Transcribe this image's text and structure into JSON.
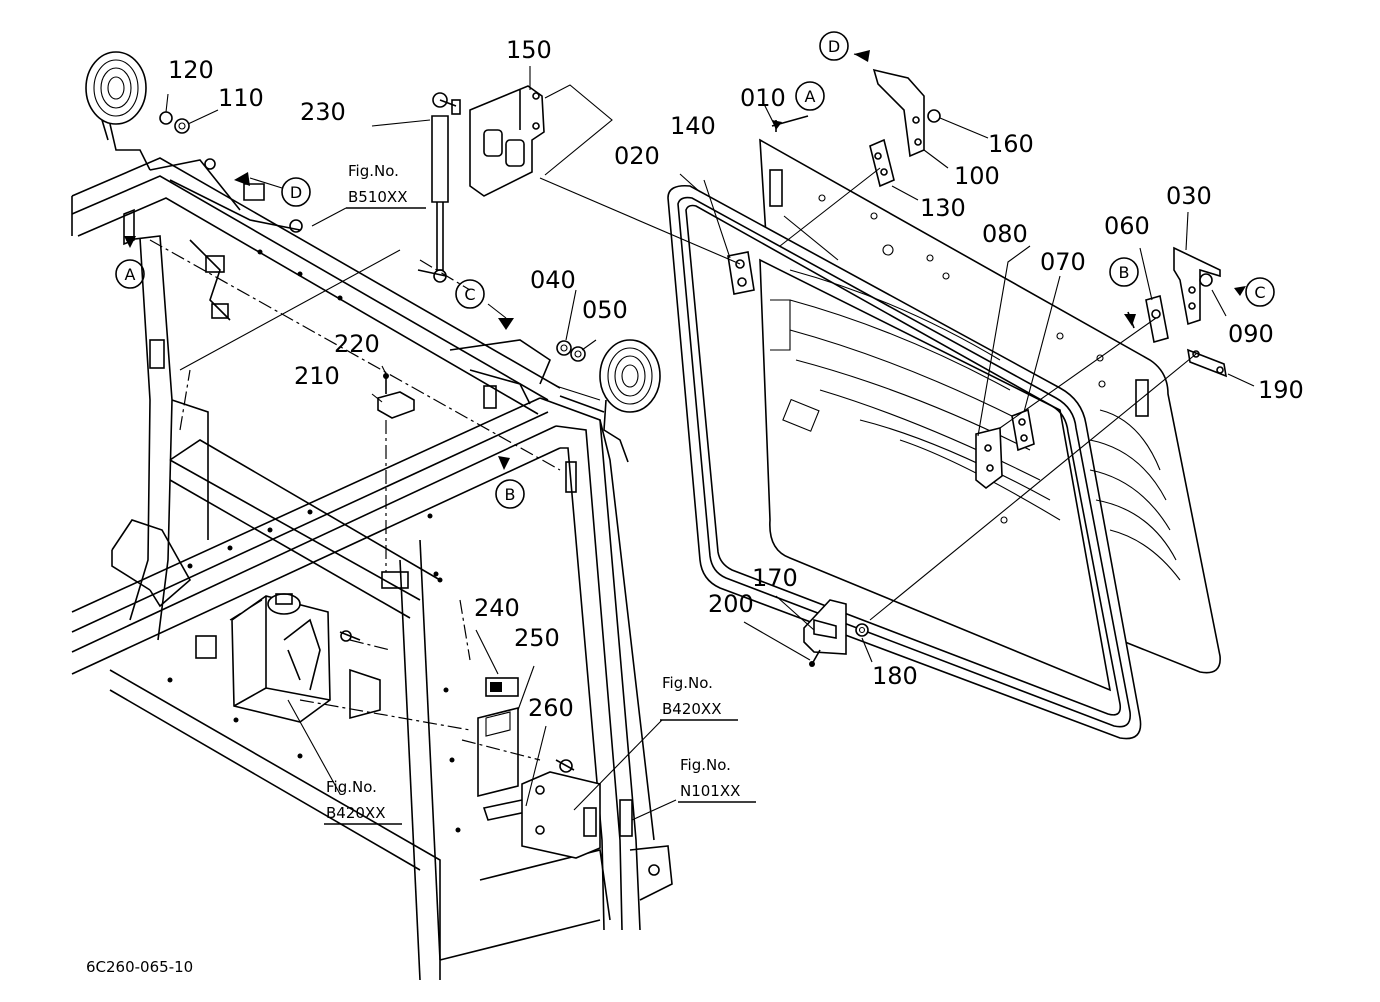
{
  "diagram_code": "6C260-065-10",
  "part_labels": [
    {
      "id": "p010",
      "text": "010"
    },
    {
      "id": "p020",
      "text": "020"
    },
    {
      "id": "p030",
      "text": "030"
    },
    {
      "id": "p040",
      "text": "040"
    },
    {
      "id": "p050",
      "text": "050"
    },
    {
      "id": "p060",
      "text": "060"
    },
    {
      "id": "p070",
      "text": "070"
    },
    {
      "id": "p080",
      "text": "080"
    },
    {
      "id": "p090",
      "text": "090"
    },
    {
      "id": "p100",
      "text": "100"
    },
    {
      "id": "p110",
      "text": "110"
    },
    {
      "id": "p120",
      "text": "120"
    },
    {
      "id": "p130",
      "text": "130"
    },
    {
      "id": "p140",
      "text": "140"
    },
    {
      "id": "p150",
      "text": "150"
    },
    {
      "id": "p160",
      "text": "160"
    },
    {
      "id": "p170",
      "text": "170"
    },
    {
      "id": "p180",
      "text": "180"
    },
    {
      "id": "p190",
      "text": "190"
    },
    {
      "id": "p200",
      "text": "200"
    },
    {
      "id": "p210",
      "text": "210"
    },
    {
      "id": "p220",
      "text": "220"
    },
    {
      "id": "p230",
      "text": "230"
    },
    {
      "id": "p240",
      "text": "240"
    },
    {
      "id": "p250",
      "text": "250"
    },
    {
      "id": "p260",
      "text": "260"
    }
  ],
  "reference_markers": [
    {
      "id": "A1",
      "text": "A"
    },
    {
      "id": "A2",
      "text": "A"
    },
    {
      "id": "B1",
      "text": "B"
    },
    {
      "id": "B2",
      "text": "B"
    },
    {
      "id": "C1",
      "text": "C"
    },
    {
      "id": "C2",
      "text": "C"
    },
    {
      "id": "D1",
      "text": "D"
    },
    {
      "id": "D2",
      "text": "D"
    }
  ],
  "figure_references": [
    {
      "id": "fig_b510",
      "title": "Fig.No.",
      "code": "B510XX"
    },
    {
      "id": "fig_b420_mid",
      "title": "Fig.No.",
      "code": "B420XX"
    },
    {
      "id": "fig_b420_left",
      "title": "Fig.No.",
      "code": "B420XX"
    },
    {
      "id": "fig_n101",
      "title": "Fig.No.",
      "code": "N101XX"
    }
  ]
}
